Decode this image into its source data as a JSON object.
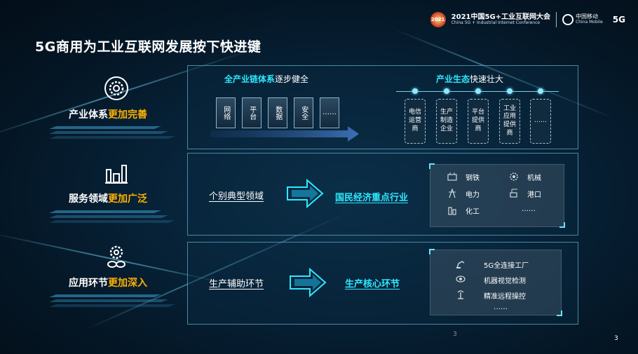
{
  "header": {
    "conference_badge": "2021",
    "conference_cn": "2021中国5G+工业互联网大会",
    "conference_en": "China 5G + Industrial Internet Conference",
    "partner_cn": "中国移动",
    "partner_en": "China Mobile",
    "g5": "5G"
  },
  "title": "5G商用为工业互联网发展按下快进键",
  "left": [
    {
      "label": "产业体系",
      "highlight": "更加完善",
      "icon": "gear-circle-icon"
    },
    {
      "label": "服务领域",
      "highlight": "更加广泛",
      "icon": "factory-icon"
    },
    {
      "label": "应用环节",
      "highlight": "更加深入",
      "icon": "gear-chain-icon"
    }
  ],
  "panel1": {
    "chain_title_hl": "全产业链体系",
    "chain_title_rest": "逐步健全",
    "chain_items": [
      "网络",
      "平台",
      "数据",
      "安全",
      "……"
    ],
    "eco_title_hl": "产业生态",
    "eco_title_rest": "快速壮大",
    "eco_items": [
      "电信运营商",
      "生产制造企业",
      "平台提供商",
      "工业应用提供商",
      "……"
    ]
  },
  "panel2": {
    "from": "个别典型领域",
    "to": "国民经济重点行业",
    "industries": [
      {
        "name": "钢铁",
        "icon": "steel-icon"
      },
      {
        "name": "机械",
        "icon": "machinery-icon"
      },
      {
        "name": "电力",
        "icon": "power-tower-icon"
      },
      {
        "name": "港口",
        "icon": "port-crane-icon"
      },
      {
        "name": "化工",
        "icon": "chemical-icon"
      },
      {
        "name": "……",
        "icon": ""
      }
    ]
  },
  "panel3": {
    "from": "生产辅助环节",
    "to": "生产核心环节",
    "items": [
      {
        "name": "5G全连接工厂",
        "icon": "robot-arm-icon"
      },
      {
        "name": "机器视觉检测",
        "icon": "vision-icon"
      },
      {
        "name": "精准远程操控",
        "icon": "remote-control-icon"
      }
    ],
    "more": "……"
  },
  "page_numbers": {
    "center": "3",
    "corner": "3"
  },
  "colors": {
    "accent_cyan": "#2ee8ff",
    "highlight_orange": "#ffb200",
    "background": "#051626"
  }
}
